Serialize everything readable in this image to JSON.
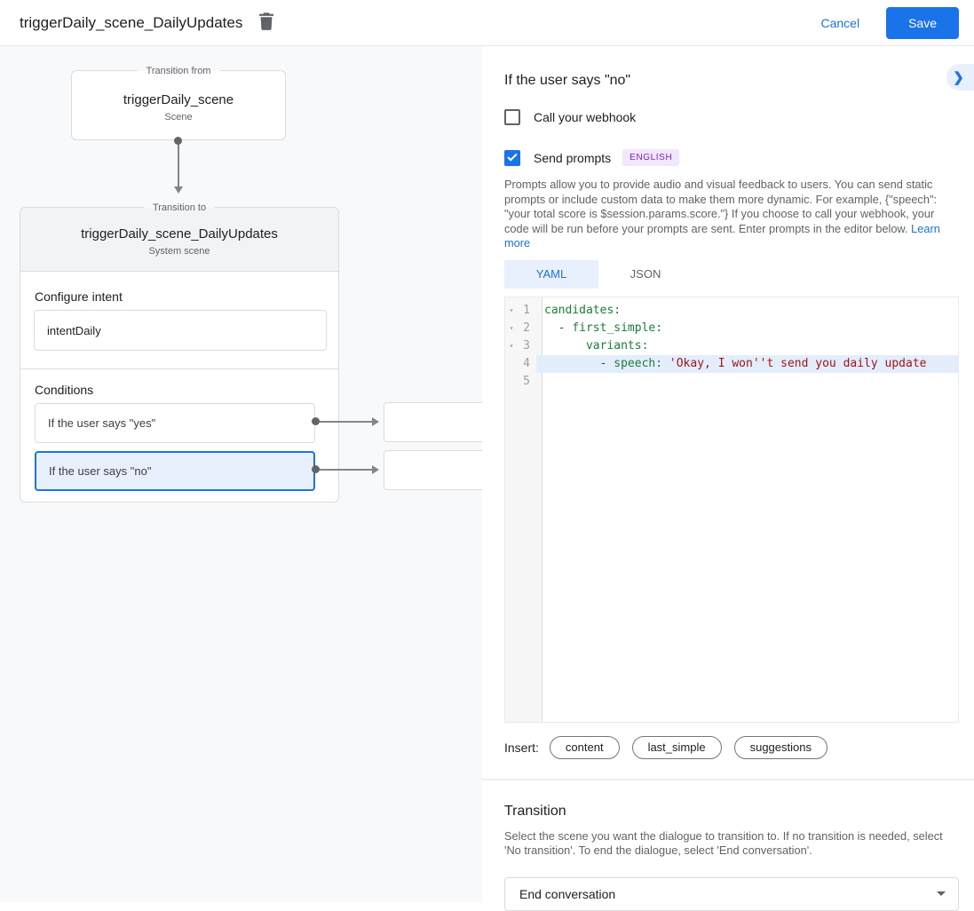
{
  "colors": {
    "accent": "#1a73e8",
    "selection_bg": "#e8f0fe",
    "badge_text": "#7627bb",
    "badge_bg": "#f2e7fe",
    "code_key": "#188038",
    "code_string": "#a31515",
    "line_highlight": "#e3edfb"
  },
  "topbar": {
    "title": "triggerDaily_scene_DailyUpdates",
    "cancel_label": "Cancel",
    "save_label": "Save"
  },
  "canvas": {
    "transition_from": {
      "legend": "Transition from",
      "title": "triggerDaily_scene",
      "subtitle": "Scene"
    },
    "transition_to": {
      "legend": "Transition to",
      "title": "triggerDaily_scene_DailyUpdates",
      "subtitle": "System scene",
      "configure_intent_label": "Configure intent",
      "intent_value": "intentDaily",
      "conditions_label": "Conditions",
      "conditions": [
        {
          "label": "If the user says \"yes\"",
          "selected": false
        },
        {
          "label": "If the user says \"no\"",
          "selected": true
        }
      ]
    }
  },
  "panel": {
    "title": "If the user says \"no\"",
    "webhook": {
      "label": "Call your webhook",
      "checked": false
    },
    "prompts": {
      "label": "Send prompts",
      "checked": true,
      "language_badge": "ENGLISH"
    },
    "description": "Prompts allow you to provide audio and visual feedback to users. You can send static prompts or include custom data to make them more dynamic. For example, {\"speech\": \"your total score is $session.params.score.\"} If you choose to call your webhook, your code will be run before your prompts are sent. Enter prompts in the editor below.",
    "learn_more_label": "Learn more",
    "tabs": [
      {
        "label": "YAML",
        "active": true
      },
      {
        "label": "JSON",
        "active": false
      }
    ],
    "editor": {
      "lines": [
        {
          "n": "1",
          "fold": true,
          "hl": false,
          "tokens": [
            [
              "candidates:",
              "key"
            ]
          ]
        },
        {
          "n": "2",
          "fold": true,
          "hl": false,
          "tokens": [
            [
              "  - ",
              "plain"
            ],
            [
              "first_simple:",
              "key"
            ]
          ]
        },
        {
          "n": "3",
          "fold": true,
          "hl": false,
          "tokens": [
            [
              "      ",
              "plain"
            ],
            [
              "variants:",
              "key"
            ]
          ]
        },
        {
          "n": "4",
          "fold": false,
          "hl": true,
          "tokens": [
            [
              "        - ",
              "plain"
            ],
            [
              "speech:",
              "key"
            ],
            [
              " ",
              "plain"
            ],
            [
              "'Okay, I won''t send you daily update",
              "string"
            ]
          ]
        },
        {
          "n": "5",
          "fold": false,
          "hl": false,
          "tokens": []
        }
      ]
    },
    "insert": {
      "label": "Insert:",
      "chips": [
        "content",
        "last_simple",
        "suggestions"
      ]
    },
    "transition": {
      "title": "Transition",
      "description": "Select the scene you want the dialogue to transition to. If no transition is needed, select 'No transition'. To end the dialogue, select 'End conversation'.",
      "select_value": "End conversation"
    }
  }
}
